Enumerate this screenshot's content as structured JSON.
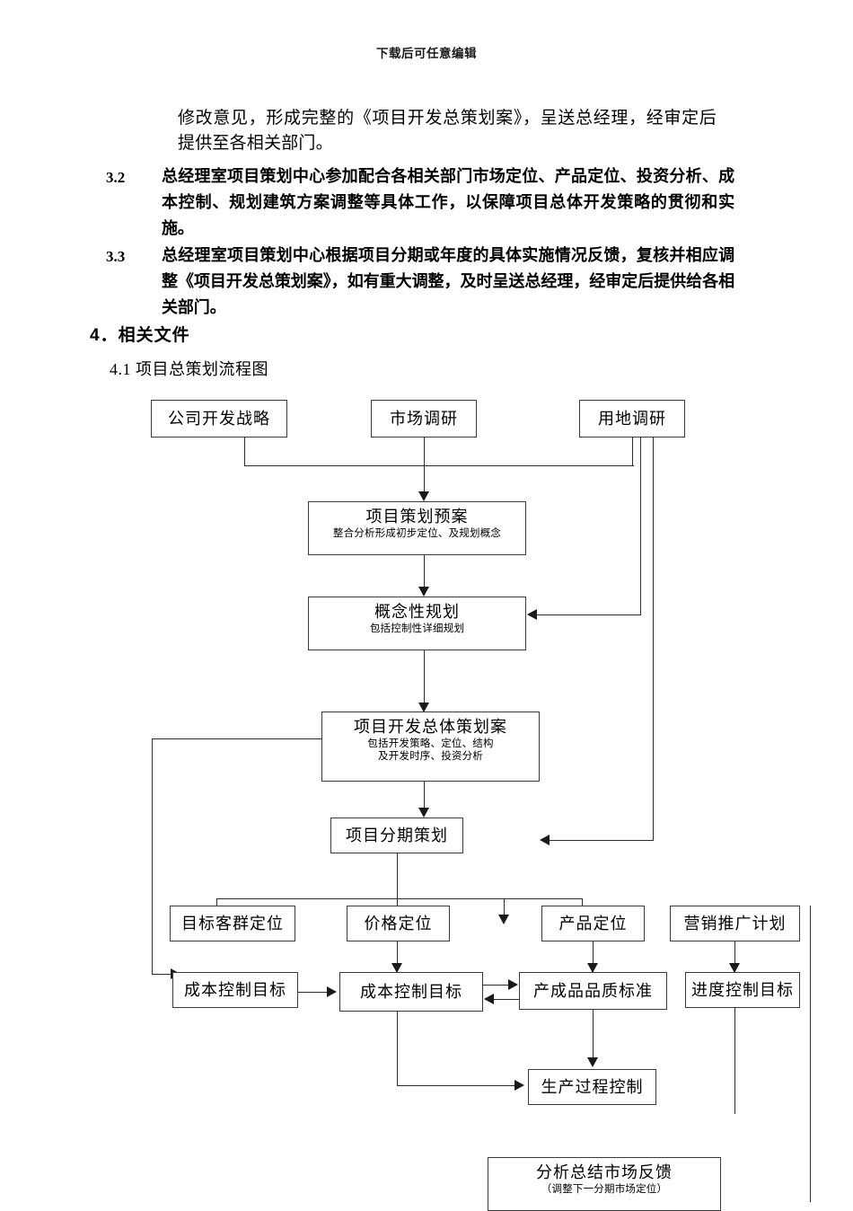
{
  "header": {
    "watermark": "下载后可任意编辑"
  },
  "body": {
    "intro_paragraph": "修改意见，形成完整的《项目开发总策划案》，呈送总经理，经审定后提供至各相关部门。",
    "clauses": [
      {
        "number": "3.2",
        "text": "总经理室项目策划中心参加配合各相关部门市场定位、产品定位、投资分析、成本控制、规划建筑方案调整等具体工作，以保障项目总体开发策略的贯彻和实施。"
      },
      {
        "number": "3.3",
        "text": "总经理室项目策划中心根据项目分期或年度的具体实施情况反馈，复核并相应调整《项目开发总策划案》，如有重大调整，及时呈送总经理，经审定后提供给各相关部门。"
      }
    ],
    "section_heading": "4．相关文件",
    "sub_heading": "4.1 项目总策划流程图"
  },
  "flowchart": {
    "nodes": {
      "strategy": {
        "title": "公司开发战略",
        "sub": ""
      },
      "market_research": {
        "title": "市场调研",
        "sub": ""
      },
      "land_research": {
        "title": "用地调研",
        "sub": ""
      },
      "plan_draft": {
        "title": "项目策划预案",
        "sub": "整合分析形成初步定位、及规划概念"
      },
      "conceptual_plan": {
        "title": "概念性规划",
        "sub": "包括控制性详细规划"
      },
      "master_plan": {
        "title": "项目开发总体策划案",
        "sub": "包括开发策略、定位、结构",
        "sub2": "及开发时序、投资分析"
      },
      "phase_plan": {
        "title": "项目分期策划",
        "sub": ""
      },
      "target_customer": {
        "title": "目标客群定位",
        "sub": ""
      },
      "price_position": {
        "title": "价格定位",
        "sub": ""
      },
      "product_position": {
        "title": "产品定位",
        "sub": ""
      },
      "marketing_plan": {
        "title": "营销推广计划",
        "sub": ""
      },
      "cost_control_left": {
        "title": "成本控制目标",
        "sub": ""
      },
      "cost_control_mid": {
        "title": "成本控制目标",
        "sub": ""
      },
      "quality_standard": {
        "title": "产成品品质标准",
        "sub": ""
      },
      "schedule_control": {
        "title": "进度控制目标",
        "sub": ""
      },
      "process_control": {
        "title": "生产过程控制",
        "sub": ""
      },
      "market_feedback": {
        "title": "分析总结市场反馈",
        "sub": "（调整下一分期市场定位）"
      }
    }
  }
}
